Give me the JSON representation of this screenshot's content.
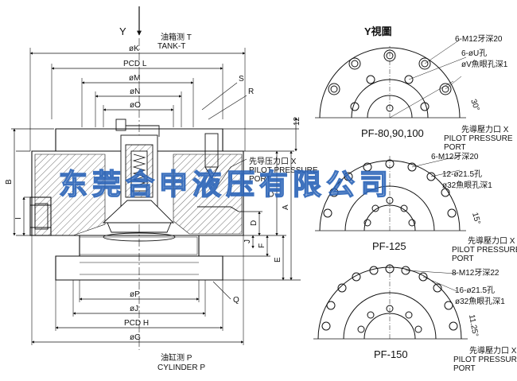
{
  "watermark": "东莞合申液压有限公司",
  "section_view": {
    "y_arrow": "Y",
    "tank_zh": "油箱测 T",
    "tank_en": "TANK-T",
    "cylinder_zh": "油缸测 P",
    "cylinder_en": "CYLINDER P",
    "dims": {
      "K": "øK",
      "L": "PCD L",
      "M": "øM",
      "N": "øN",
      "O": "øO",
      "P": "øP",
      "J2": "øJ",
      "H": "PCD H",
      "G": "øG",
      "S": "S",
      "R": "R",
      "Q": "Q",
      "v12": "12",
      "B": "B",
      "I": "I",
      "C": "C",
      "A": "A",
      "D": "D",
      "J": "J",
      "F": "F",
      "E": "E"
    },
    "pilot_zh": "先导压力口 X",
    "pilot_en1": "PILOT PRESSURE",
    "pilot_en2": "PORT"
  },
  "y_view": {
    "title": "Y視圖",
    "views": [
      {
        "model": "PF-80,90,100",
        "note1": "6-M12牙深20",
        "note2": "6-øU孔",
        "note3": "øV魚眼孔深1",
        "angle": "30°",
        "pilot_zh": "先導壓力口 X",
        "pilot_en1": "PILOT PRESSURE",
        "pilot_en2": "PORT"
      },
      {
        "model": "PF-125",
        "note1": "6-M12牙深20",
        "note2": "12-ø21.5孔",
        "note3": "ø32魚眼孔深1",
        "angle": "15°",
        "pilot_zh": "先導壓力口 X",
        "pilot_en1": "PILOT PRESSURE",
        "pilot_en2": "PORT"
      },
      {
        "model": "PF-150",
        "note1": "8-M12牙深22",
        "note2": "16-ø21.5孔",
        "note3": "ø32魚眼孔深1",
        "angle": "11.25°",
        "pilot_zh": "先導壓力口 X",
        "pilot_en1": "PILOT PRESSURE",
        "pilot_en2": "PORT"
      }
    ]
  }
}
